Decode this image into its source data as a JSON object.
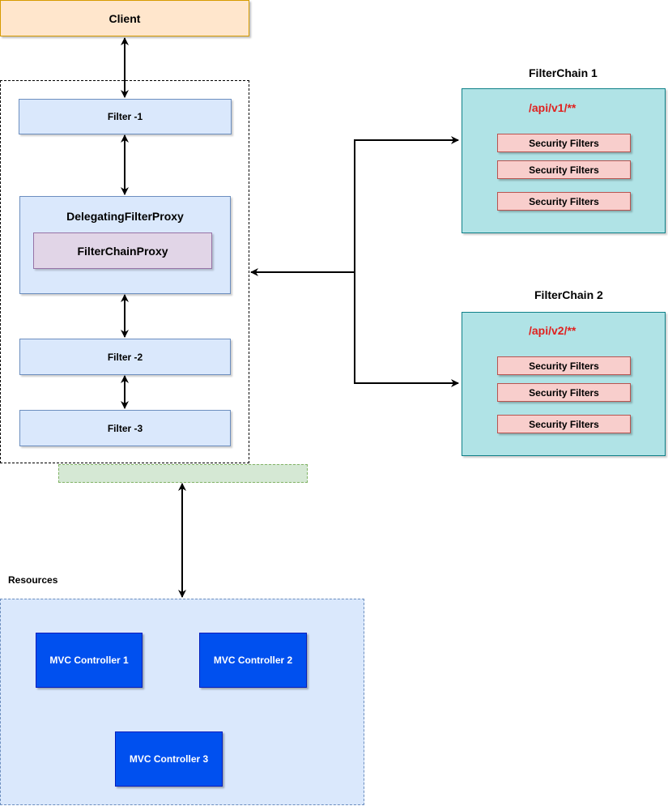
{
  "client": {
    "label": "Client"
  },
  "filters": {
    "filter1": "Filter -1",
    "filter2": "Filter -2",
    "filter3": "Filter -3",
    "delegating": "DelegatingFilterProxy",
    "chainProxy": "FilterChainProxy"
  },
  "filterChains": [
    {
      "title": "FilterChain 1",
      "pattern": "/api/v1/**",
      "filters": [
        "Security Filters",
        "Security Filters",
        "Security Filters"
      ]
    },
    {
      "title": "FilterChain 2",
      "pattern": "/api/v2/**",
      "filters": [
        "Security Filters",
        "Security Filters",
        "Security Filters"
      ]
    }
  ],
  "resources": {
    "label": "Resources",
    "controllers": [
      "MVC Controller 1",
      "MVC Controller 2",
      "MVC Controller 3"
    ]
  },
  "colors": {
    "client": "#ffe6cc",
    "filter": "#dae8fc",
    "proxy": "#e1d5e7",
    "chain": "#b0e3e6",
    "security": "#f8cecc",
    "pattern": "#e0211f",
    "controller": "#0050ef",
    "bridge": "#d5e8d4"
  }
}
